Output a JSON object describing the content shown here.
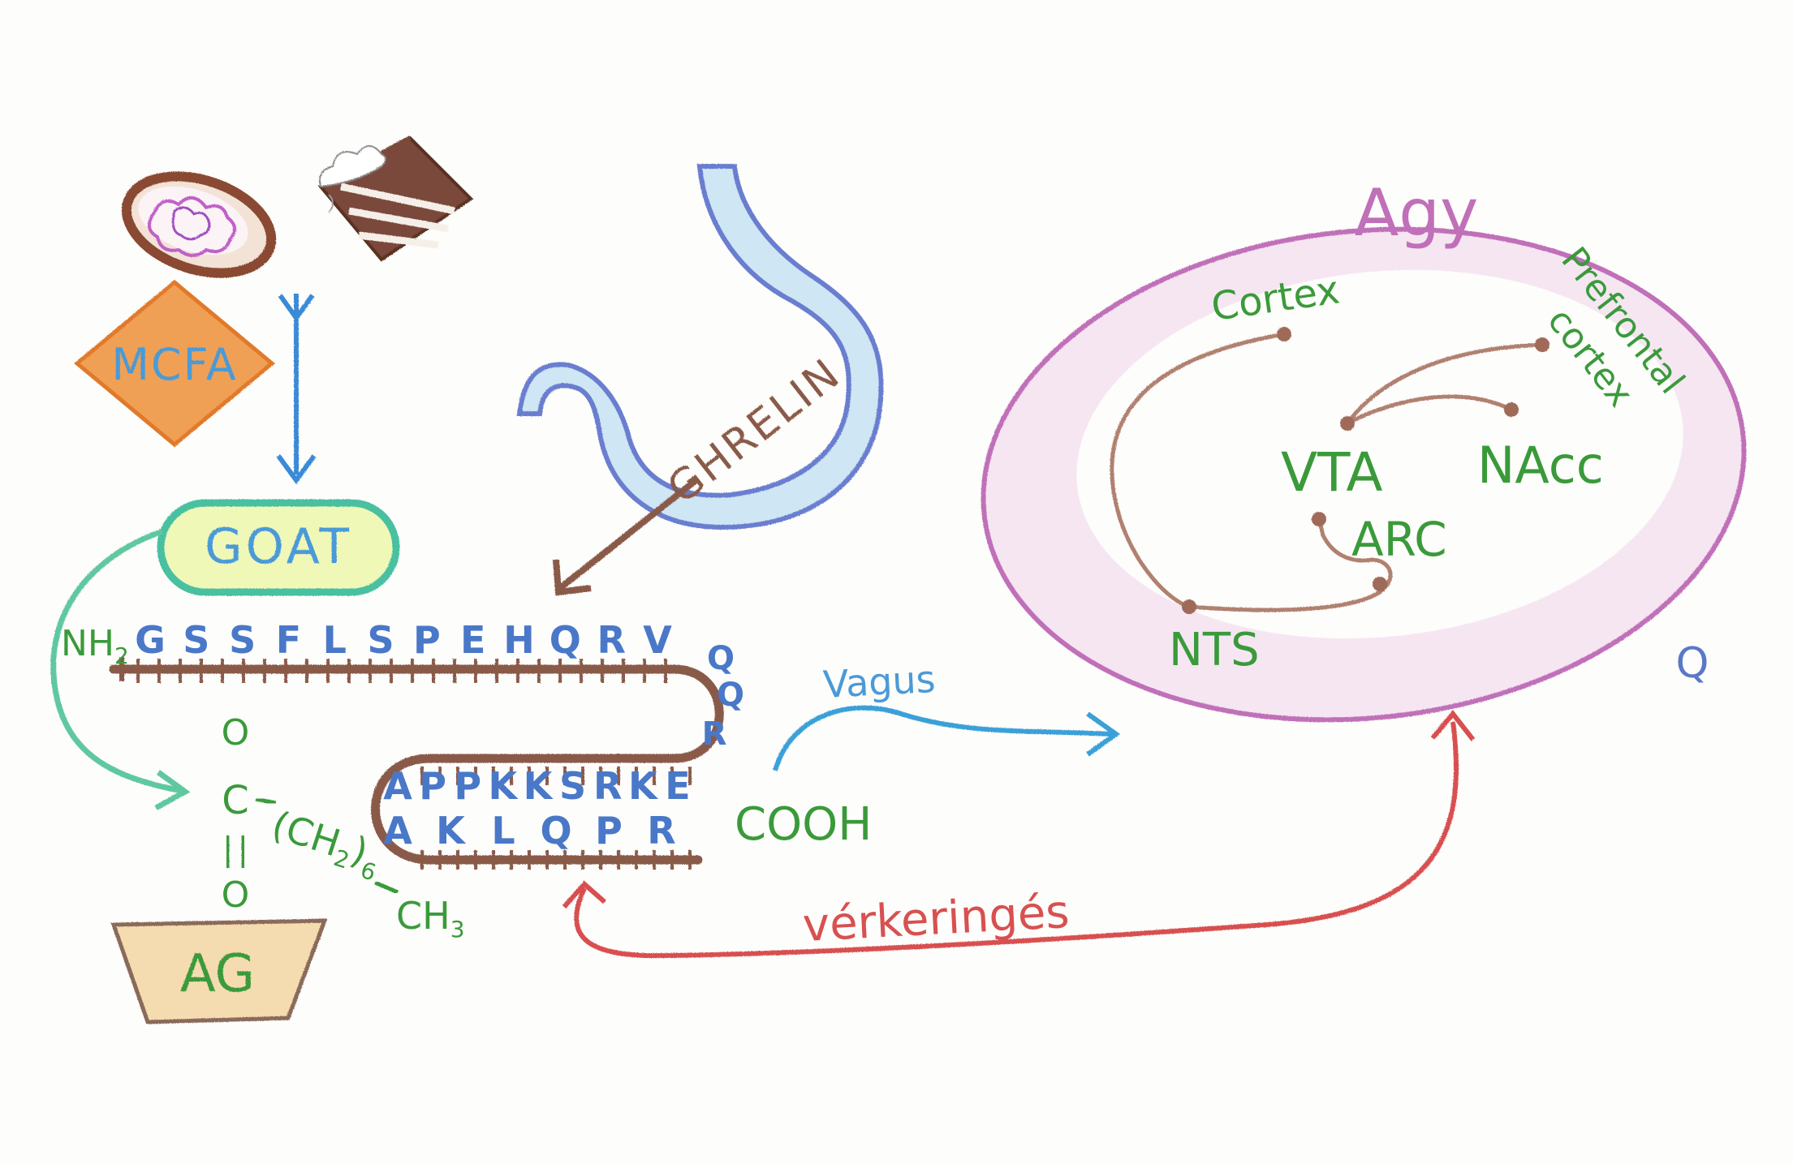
{
  "labels": {
    "mcfa": "MCFA",
    "goat": "GOAT",
    "ghrelin": "GHRELIN",
    "agy": "Agy",
    "cortex": "Cortex",
    "prefrontal_1": "Prefrontal",
    "prefrontal_2": "cortex",
    "vta": "VTA",
    "nacc": "NAcc",
    "arc": "ARC",
    "nts": "NTS",
    "vagus": "Vagus",
    "verkeringes": "vérkeringés",
    "cooh": "COOH",
    "nh2": "NH",
    "nh2_sub": "2",
    "ag": "AG",
    "ch2": "(CH",
    "ch2_sub": "2",
    "ch2_close": ")",
    "ch2_n": "6",
    "ch3": "CH",
    "ch3_sub": "3",
    "ester_o1": "O",
    "ester_c": "C",
    "ester_o2": "O",
    "signature": "Q"
  },
  "sequence": {
    "top": [
      "G",
      "S",
      "S",
      "F",
      "L",
      "S",
      "P",
      "E",
      "H",
      "Q",
      "R",
      "V"
    ],
    "turn": [
      "Q",
      "Q",
      "R"
    ],
    "middle": [
      "E",
      "K",
      "R",
      "S",
      "K",
      "K",
      "P",
      "P",
      "A"
    ],
    "bottom": [
      "A",
      "K",
      "L",
      "Q",
      "P",
      "R"
    ]
  },
  "colors": {
    "blue": "#4a78c8",
    "green": "#3a9a3a",
    "brown": "#8a5a48",
    "purple": "#c070b8",
    "red": "#d85050",
    "cyan": "#3aa0d8",
    "orange": "#e8913a",
    "teal": "#48c0a0"
  }
}
